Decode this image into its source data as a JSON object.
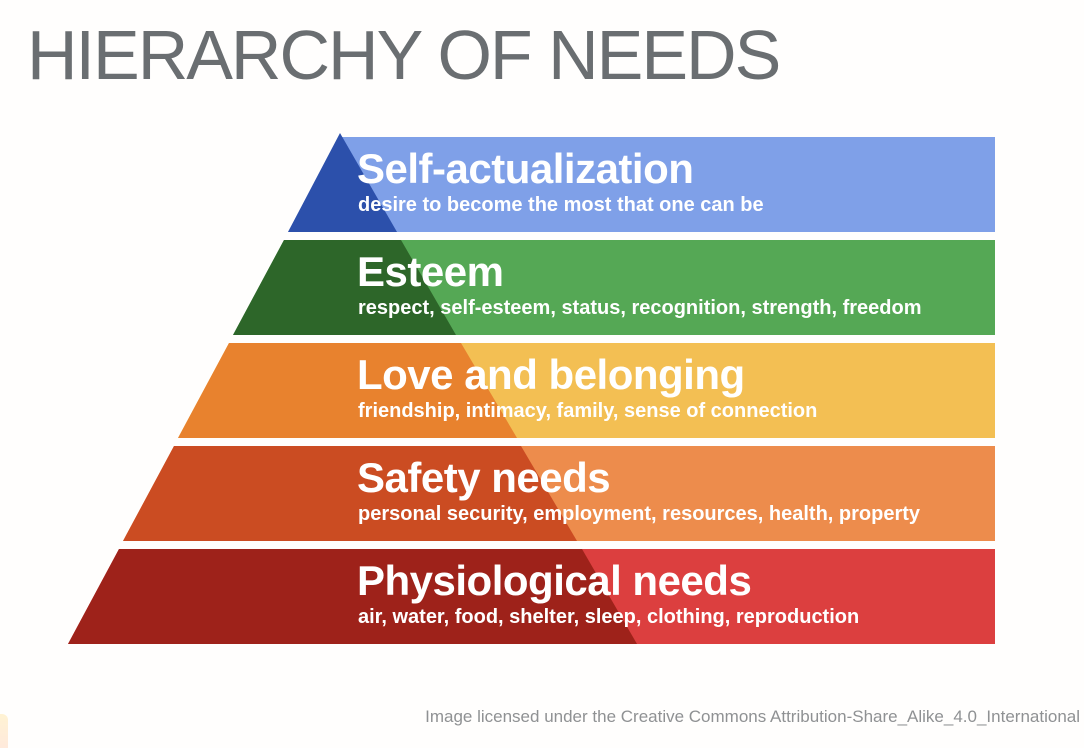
{
  "title": "HIERARCHY OF NEEDS",
  "caption": "Image licensed under the Creative Commons Attribution-Share_Alike_4.0_International",
  "pyramid": {
    "type": "pyramid-diagram",
    "levels": [
      {
        "name": "Self-actualization",
        "description": "desire to become the most that one can be",
        "color_light": "#7fa0e8",
        "color_dark": "#2c50ab"
      },
      {
        "name": "Esteem",
        "description": "respect, self-esteem, status, recognition, strength, freedom",
        "color_light": "#55a855",
        "color_dark": "#2d6629"
      },
      {
        "name": "Love and belonging",
        "description": "friendship, intimacy, family, sense of connection",
        "color_light": "#f3bf53",
        "color_dark": "#e8822e"
      },
      {
        "name": "Safety needs",
        "description": "personal security, employment, resources, health, property",
        "color_light": "#ed8c4c",
        "color_dark": "#cb4c22"
      },
      {
        "name": "Physiological needs",
        "description": "air, water, food, shelter, sleep, clothing, reproduction",
        "color_light": "#dc3f3f",
        "color_dark": "#9e221a"
      }
    ],
    "text_color": "#ffffff",
    "title_color": "#6a6e71",
    "caption_color": "#8f9193"
  }
}
